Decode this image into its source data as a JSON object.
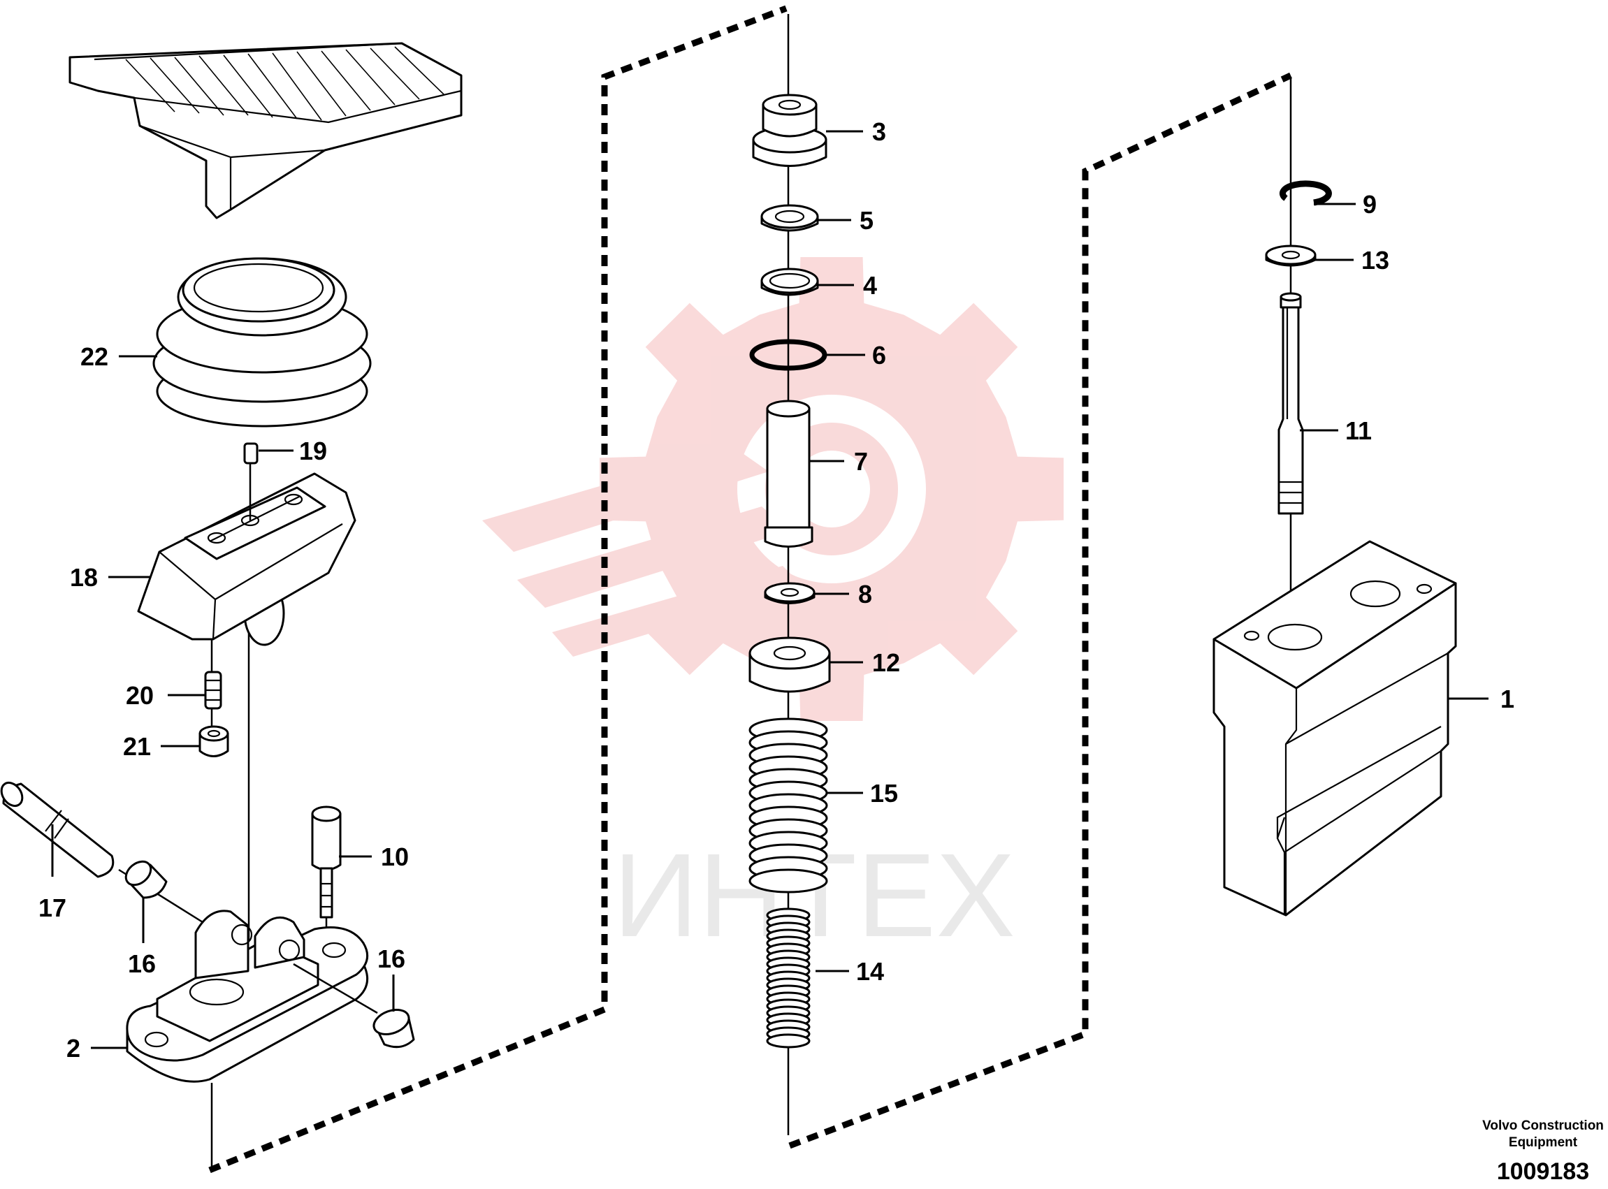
{
  "diagram": {
    "watermark": {
      "text": "ИНТЕХ",
      "colors": {
        "gear": "#f9d4d4",
        "text": "#e6e6e6"
      }
    },
    "callouts": [
      {
        "id": "c1",
        "label": "1"
      },
      {
        "id": "c2",
        "label": "2"
      },
      {
        "id": "c3",
        "label": "3"
      },
      {
        "id": "c4",
        "label": "4"
      },
      {
        "id": "c5",
        "label": "5"
      },
      {
        "id": "c6",
        "label": "6"
      },
      {
        "id": "c7",
        "label": "7"
      },
      {
        "id": "c8",
        "label": "8"
      },
      {
        "id": "c9",
        "label": "9"
      },
      {
        "id": "c10",
        "label": "10"
      },
      {
        "id": "c11",
        "label": "11"
      },
      {
        "id": "c12",
        "label": "12"
      },
      {
        "id": "c13",
        "label": "13"
      },
      {
        "id": "c14",
        "label": "14"
      },
      {
        "id": "c15",
        "label": "15"
      },
      {
        "id": "c16a",
        "label": "16"
      },
      {
        "id": "c16b",
        "label": "16"
      },
      {
        "id": "c17",
        "label": "17"
      },
      {
        "id": "c18",
        "label": "18"
      },
      {
        "id": "c19",
        "label": "19"
      },
      {
        "id": "c20",
        "label": "20"
      },
      {
        "id": "c21",
        "label": "21"
      },
      {
        "id": "c22",
        "label": "22"
      }
    ],
    "credit_line1": "Volvo Construction",
    "credit_line2": "Equipment",
    "document_number": "1009183"
  }
}
